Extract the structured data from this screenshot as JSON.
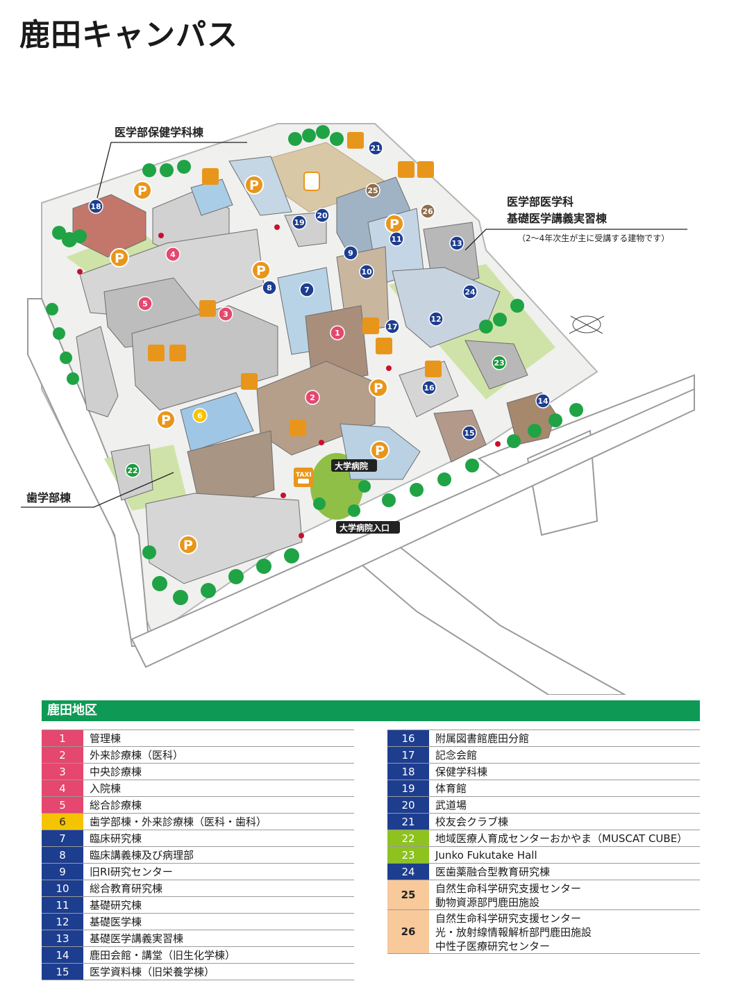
{
  "title": "鹿田キャンパス",
  "callouts": {
    "hoken": "医学部保健学科棟",
    "igaku_line1": "医学部医学科",
    "igaku_line2": "基礎医学講義実習棟",
    "igaku_note": "（2〜4年次生が主に受講する建物です）",
    "shigaku": "歯学部棟"
  },
  "map_labels": {
    "hospital": "大学病院",
    "hospital_entrance": "大学病院入口",
    "taxi": "TAXI",
    "parking": "P"
  },
  "colors": {
    "pink": "#e5476e",
    "yellow": "#f5c400",
    "navy": "#1d3d8f",
    "lime": "#8dc21f",
    "peach": "#f8c99a",
    "brown": "#8f6e4c",
    "header_green": "#0e9a55",
    "facility_orange": "#e8961b"
  },
  "markers": [
    {
      "num": "1",
      "color": "pink"
    },
    {
      "num": "2",
      "color": "pink"
    },
    {
      "num": "3",
      "color": "pink"
    },
    {
      "num": "4",
      "color": "pink"
    },
    {
      "num": "5",
      "color": "pink"
    },
    {
      "num": "6",
      "color": "yellow"
    },
    {
      "num": "7",
      "color": "navy"
    },
    {
      "num": "8",
      "color": "navy"
    },
    {
      "num": "9",
      "color": "navy"
    },
    {
      "num": "10",
      "color": "navy"
    },
    {
      "num": "11",
      "color": "navy"
    },
    {
      "num": "12",
      "color": "navy"
    },
    {
      "num": "13",
      "color": "navy"
    },
    {
      "num": "14",
      "color": "navy"
    },
    {
      "num": "15",
      "color": "navy"
    },
    {
      "num": "16",
      "color": "navy"
    },
    {
      "num": "17",
      "color": "navy"
    },
    {
      "num": "18",
      "color": "navy"
    },
    {
      "num": "19",
      "color": "navy"
    },
    {
      "num": "20",
      "color": "navy"
    },
    {
      "num": "21",
      "color": "navy"
    },
    {
      "num": "22",
      "color": "green"
    },
    {
      "num": "23",
      "color": "green"
    },
    {
      "num": "24",
      "color": "navy"
    },
    {
      "num": "25",
      "color": "brown"
    },
    {
      "num": "26",
      "color": "brown"
    }
  ],
  "facility_icons": [
    "restaurant-icon",
    "cafe-icon",
    "shop-icon",
    "swimming-icon",
    "tennis-icon",
    "baseball-icon",
    "field-icon",
    "taxi-icon",
    "parking-icon"
  ],
  "legend": {
    "header": "鹿田地区",
    "left": [
      {
        "num": "1",
        "name": "管理棟",
        "color": "pink"
      },
      {
        "num": "2",
        "name": "外来診療棟（医科）",
        "color": "pink"
      },
      {
        "num": "3",
        "name": "中央診療棟",
        "color": "pink"
      },
      {
        "num": "4",
        "name": "入院棟",
        "color": "pink"
      },
      {
        "num": "5",
        "name": "総合診療棟",
        "color": "pink"
      },
      {
        "num": "6",
        "name": "歯学部棟・外来診療棟（医科・歯科）",
        "color": "yellow"
      },
      {
        "num": "7",
        "name": "臨床研究棟",
        "color": "navy"
      },
      {
        "num": "8",
        "name": "臨床講義棟及び病理部",
        "color": "navy"
      },
      {
        "num": "9",
        "name": "旧RI研究センター",
        "color": "navy"
      },
      {
        "num": "10",
        "name": "総合教育研究棟",
        "color": "navy"
      },
      {
        "num": "11",
        "name": "基礎研究棟",
        "color": "navy"
      },
      {
        "num": "12",
        "name": "基礎医学棟",
        "color": "navy"
      },
      {
        "num": "13",
        "name": "基礎医学講義実習棟",
        "color": "navy"
      },
      {
        "num": "14",
        "name": "鹿田会館・講堂（旧生化学棟）",
        "color": "navy"
      },
      {
        "num": "15",
        "name": "医学資料棟（旧栄養学棟）",
        "color": "navy"
      }
    ],
    "right": [
      {
        "num": "16",
        "name": "附属図書館鹿田分館",
        "color": "navy"
      },
      {
        "num": "17",
        "name": "記念会館",
        "color": "navy"
      },
      {
        "num": "18",
        "name": "保健学科棟",
        "color": "navy"
      },
      {
        "num": "19",
        "name": "体育館",
        "color": "navy"
      },
      {
        "num": "20",
        "name": "武道場",
        "color": "navy"
      },
      {
        "num": "21",
        "name": "校友会クラブ棟",
        "color": "navy"
      },
      {
        "num": "22",
        "name": "地域医療人育成センターおかやま（MUSCAT CUBE）",
        "color": "lime"
      },
      {
        "num": "23",
        "name": "Junko Fukutake Hall",
        "color": "lime"
      },
      {
        "num": "24",
        "name": "医歯薬融合型教育研究棟",
        "color": "navy"
      },
      {
        "num": "25",
        "name": "自然生命科学研究支援センター\n動物資源部門鹿田施設",
        "color": "peach"
      },
      {
        "num": "26",
        "name": "自然生命科学研究支援センター\n光・放射線情報解析部門鹿田施設\n中性子医療研究センター",
        "color": "peach"
      }
    ]
  }
}
